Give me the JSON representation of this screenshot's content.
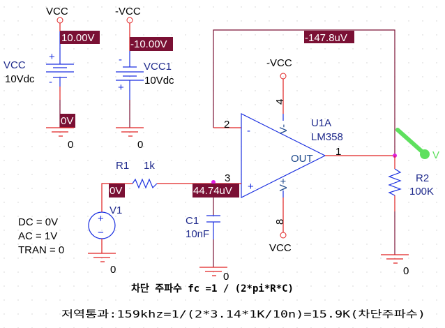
{
  "colors": {
    "wire": "#7a1034",
    "pin": "#e02020",
    "part": "#1a2fe0",
    "label_bg": "#7a1034",
    "probe": "#5ee05e",
    "junction": "#e020e0"
  },
  "sources": {
    "vcc": {
      "net": "VCC",
      "name": "VCC",
      "value": "10Vdc",
      "voltage": "10.00V",
      "ground_voltage": "0V",
      "ground": "0",
      "plus": "+",
      "minus": "-"
    },
    "vcc1": {
      "net": "-VCC",
      "name": "VCC1",
      "value": "10Vdc",
      "voltage": "-10.00V",
      "ground": "0",
      "plus": "+",
      "minus": "-"
    },
    "v1": {
      "name": "V1",
      "dc": "DC = 0V",
      "ac": "AC = 1V",
      "tran": "TRAN = 0",
      "voltage": "0V",
      "ground": "0",
      "plus": "+",
      "minus": "−"
    }
  },
  "r1": {
    "name": "R1",
    "value": "1k"
  },
  "c1": {
    "name": "C1",
    "value": "10nF",
    "node_voltage": "44.74uV",
    "ground": "0"
  },
  "opamp": {
    "name": "U1A",
    "part": "LM358",
    "pin_inv": "2",
    "pin_noninv": "3",
    "pin_out": "1",
    "pin_vneg": "4",
    "pin_vpos": "8",
    "vneg_label": "V-",
    "vpos_label": "V+",
    "out_label": "OUT",
    "minus": "-",
    "plus": "+",
    "vneg_net": "-VCC",
    "vpos_net": "VCC",
    "feedback_voltage": "-147.8uV"
  },
  "r2": {
    "name": "R2",
    "value": "100K",
    "ground": "0"
  },
  "probe": {
    "label": "V"
  },
  "notes": {
    "cutoff": "차단 주파수 fc =1 / (2*pi*R*C)",
    "lowpass": "저역통과:159khz=1/(2*3.14*1K/10n)=15.9K(차단주파수)"
  }
}
